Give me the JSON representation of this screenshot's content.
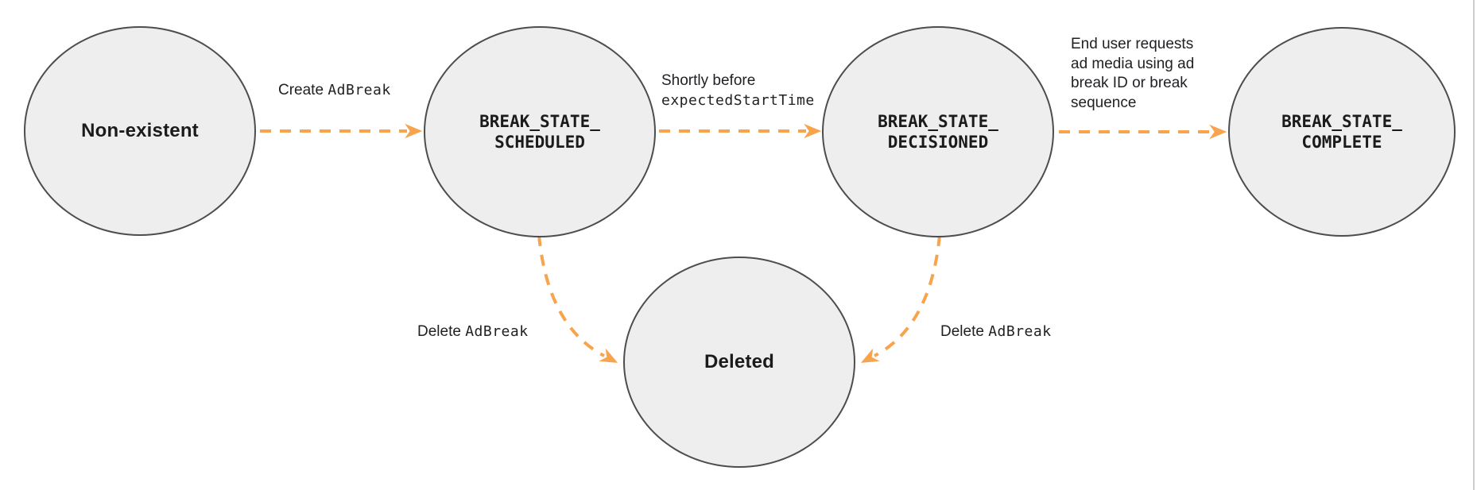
{
  "figure": {
    "type": "state-diagram",
    "background_color": "#FFFFFF"
  },
  "colors": {
    "arrow": "#F7A44C",
    "node_fill": "#EEEEEE",
    "node_border": "#4D4D4D",
    "text": "#202124"
  },
  "nodes": [
    {
      "id": "non-existent",
      "label": "Non-existent",
      "style": "sans"
    },
    {
      "id": "break-state-scheduled",
      "lines": [
        "BREAK_STATE_",
        "SCHEDULED"
      ],
      "style": "code"
    },
    {
      "id": "break-state-decisioned",
      "lines": [
        "BREAK_STATE_",
        "DECISIONED"
      ],
      "style": "code"
    },
    {
      "id": "break-state-complete",
      "lines": [
        "BREAK_STATE_",
        "COMPLETE"
      ],
      "style": "code"
    },
    {
      "id": "deleted",
      "label": "Deleted",
      "style": "sans"
    }
  ],
  "edges": [
    {
      "id": "create-adbreak",
      "from": "non-existent",
      "to": "break-state-scheduled",
      "label_parts": [
        {
          "text": "Create ",
          "code": false
        },
        {
          "text": "AdBreak",
          "code": true
        }
      ]
    },
    {
      "id": "shortly-before-expected-start-time",
      "from": "break-state-scheduled",
      "to": "break-state-decisioned",
      "label_lines": [
        {
          "text": "Shortly before",
          "code": false
        },
        {
          "text": "expectedStartTime",
          "code": true
        }
      ]
    },
    {
      "id": "end-user-requests-ad-media",
      "from": "break-state-decisioned",
      "to": "break-state-complete",
      "label_lines": [
        {
          "text": "End user requests",
          "code": false
        },
        {
          "text": "ad media using ad",
          "code": false
        },
        {
          "text": "break ID or break",
          "code": false
        },
        {
          "text": "sequence",
          "code": false
        }
      ]
    },
    {
      "id": "delete-adbreak-from-scheduled",
      "from": "break-state-scheduled",
      "to": "deleted",
      "label_parts": [
        {
          "text": "Delete ",
          "code": false
        },
        {
          "text": "AdBreak",
          "code": true
        }
      ]
    },
    {
      "id": "delete-adbreak-from-decisioned",
      "from": "break-state-decisioned",
      "to": "deleted",
      "label_parts": [
        {
          "text": "Delete ",
          "code": false
        },
        {
          "text": "AdBreak",
          "code": true
        }
      ]
    }
  ]
}
